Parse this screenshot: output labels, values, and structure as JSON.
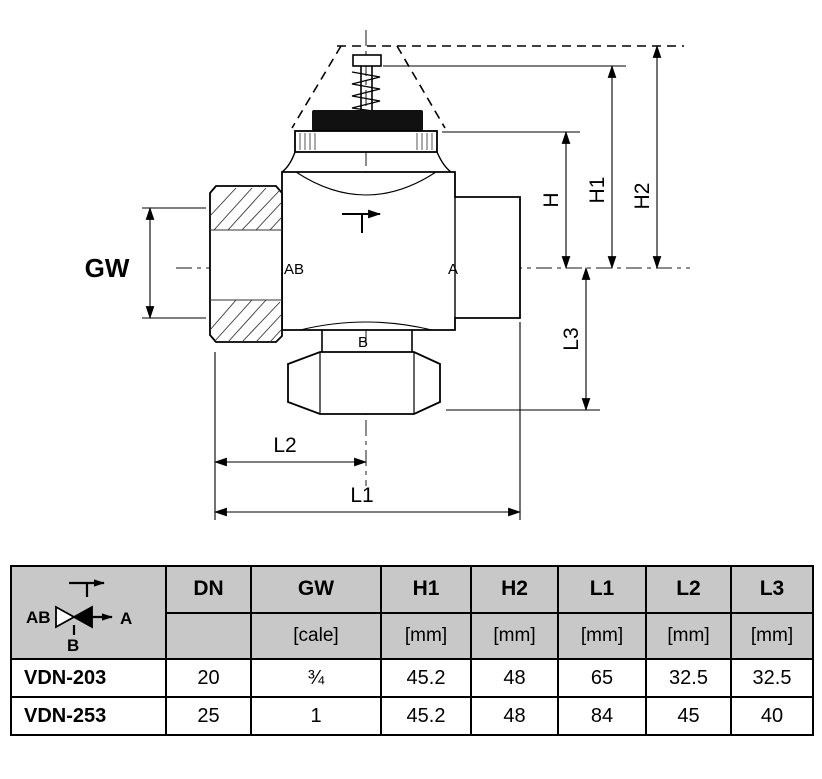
{
  "diagram": {
    "labels": {
      "gw": "GW",
      "ab": "AB",
      "a": "A",
      "b": "B",
      "h": "H",
      "h1": "H1",
      "h2": "H2",
      "l1": "L1",
      "l2": "L2",
      "l3": "L3"
    }
  },
  "table": {
    "symbol": {
      "ab": "AB",
      "a": "A",
      "b": "B"
    },
    "headers": [
      "DN",
      "GW",
      "H1",
      "H2",
      "L1",
      "L2",
      "L3"
    ],
    "units": [
      "",
      "[cale]",
      "[mm]",
      "[mm]",
      "[mm]",
      "[mm]",
      "[mm]"
    ],
    "rows": [
      {
        "model": "VDN-203",
        "values": [
          "20",
          "¾",
          "45.2",
          "48",
          "65",
          "32.5",
          "32.5"
        ]
      },
      {
        "model": "VDN-253",
        "values": [
          "25",
          "1",
          "45.2",
          "48",
          "84",
          "45",
          "40"
        ]
      }
    ]
  }
}
